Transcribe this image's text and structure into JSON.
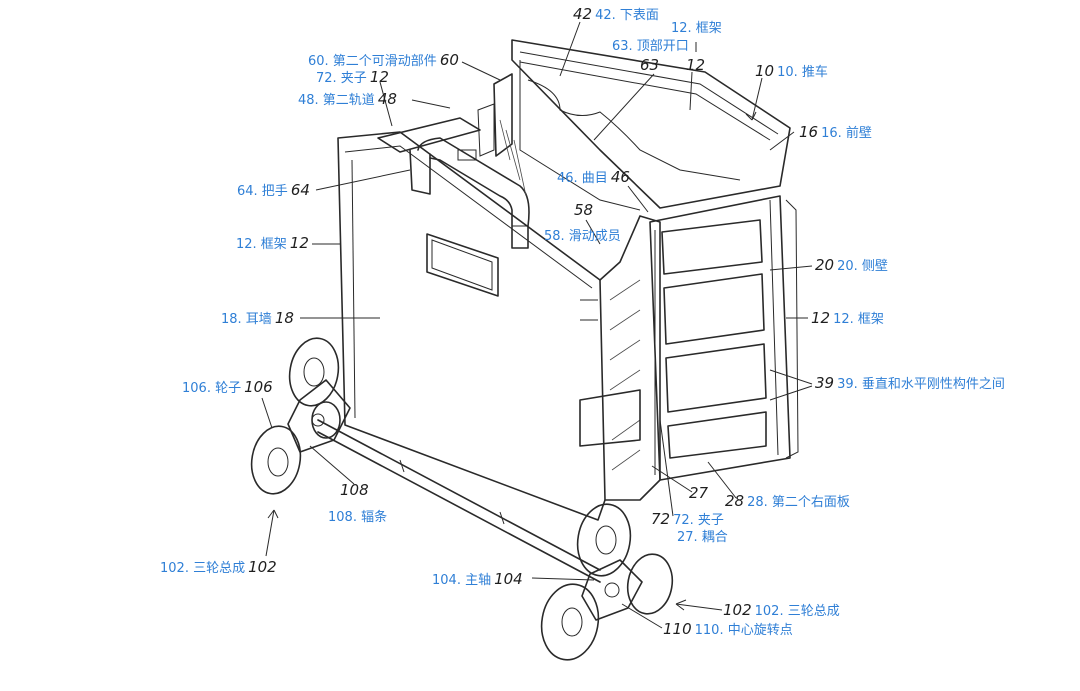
{
  "colors": {
    "label": "#2f7fd6",
    "ink": "#1f1f1f",
    "background": "#ffffff"
  },
  "labels": {
    "l42": {
      "num": "42",
      "cn": "42. 下表面"
    },
    "l12_top": {
      "cn": "12. 框架"
    },
    "l63": {
      "cn": "63. 顶部开口"
    },
    "l63_num": {
      "num": "63"
    },
    "l12_top_num": {
      "num": "12"
    },
    "l10": {
      "num": "10",
      "cn": "10. 推车"
    },
    "l60": {
      "cn": "60. 第二个可滑动部件",
      "num": "60"
    },
    "l72_top": {
      "cn": "72. 夹子",
      "num": "12"
    },
    "l48": {
      "cn": "48. 第二轨道",
      "num": "48"
    },
    "l16": {
      "num": "16",
      "cn": "16. 前壁"
    },
    "l46": {
      "cn": "46. 曲目",
      "num": "46"
    },
    "l64": {
      "cn": "64. 把手",
      "num": "64"
    },
    "l58": {
      "num": "58",
      "cn": "58. 滑动成员"
    },
    "l12_left": {
      "cn": "12. 框架",
      "num": "12"
    },
    "l20": {
      "num": "20",
      "cn": "20. 侧壁"
    },
    "l12_right": {
      "num": "12",
      "cn": "12. 框架"
    },
    "l18": {
      "cn": "18. 耳墙",
      "num": "18"
    },
    "l39": {
      "num": "39",
      "cn": "39. 垂直和水平刚性构件之间"
    },
    "l106": {
      "cn": "106. 轮子",
      "num": "106"
    },
    "l27": {
      "num": "27",
      "cn": "27. 耦合"
    },
    "l28": {
      "num": "28",
      "cn": "28. 第二个右面板"
    },
    "l108": {
      "num": "108",
      "cn": "108. 辐条"
    },
    "l72_bottom": {
      "num": "72",
      "cn": "72. 夹子"
    },
    "l102_left": {
      "cn": "102. 三轮总成",
      "num": "102"
    },
    "l104": {
      "cn": "104. 主轴",
      "num": "104"
    },
    "l102_right": {
      "num": "102",
      "cn": "102. 三轮总成"
    },
    "l110": {
      "num": "110",
      "cn": "110. 中心旋转点"
    }
  }
}
